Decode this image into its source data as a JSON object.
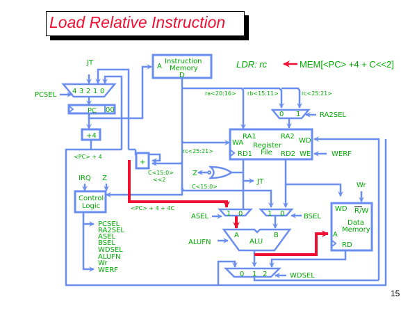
{
  "title": "Load Relative Instruction",
  "equation": {
    "lhs": "LDR:  rc",
    "rhs": "MEM[<PC> +4 + C<<2]"
  },
  "page_number": "15",
  "colors": {
    "wire": "#6a8ef0",
    "label": "#00aa00",
    "highlight": "#ee1133"
  },
  "pc_mux": {
    "inputs": [
      "4",
      "3",
      "2",
      "1",
      "0"
    ],
    "select": "PCSEL",
    "top_input": "JT"
  },
  "pc": {
    "label": "PC",
    "suffix": "00"
  },
  "plus4": "+4",
  "pc_plus4": "<PC> + 4",
  "instruction_memory": {
    "line1": "Instruction",
    "line2": "Memory",
    "addr": "A",
    "data": "D"
  },
  "fields": {
    "ra": "ra<20:16>",
    "rb": "rb<15:11>",
    "rc": "rc<25:21>",
    "rc2": "rc<25:21>",
    "c": "C<15:0>",
    "c2": "C<15:0>",
    "shift": "<<2"
  },
  "ra2_mux": {
    "in0": "0",
    "in1": "1",
    "select": "RA2SEL"
  },
  "register_file": {
    "title1": "Register",
    "title2": "File",
    "ra1": "RA1",
    "ra2": "RA2",
    "wa": "WA",
    "wd": "WD",
    "rd1": "RD1",
    "rd2": "RD2",
    "we": "WE",
    "we_signal": "WERF"
  },
  "adder": "+",
  "z_out": "Z",
  "jt_out": "JT",
  "control": {
    "line1": "Control",
    "line2": "Logic",
    "irq": "IRQ",
    "z": "Z",
    "signals": [
      "PCSEL",
      "RA2SEL",
      "ASEL",
      "BSEL",
      "WDSEL",
      "ALUFN",
      "Wr",
      "WERF"
    ]
  },
  "branch_label": "<PC> + 4 + 4C",
  "asel_mux": {
    "in1": "1",
    "in0": "0",
    "select": "ASEL"
  },
  "bsel_mux": {
    "in1": "1",
    "in0": "0",
    "select": "BSEL"
  },
  "alu": {
    "label": "ALU",
    "a": "A",
    "b": "B",
    "fn": "ALUFN"
  },
  "data_memory": {
    "line1": "Data",
    "line2": "Memory",
    "wd": "WD",
    "rw": "R/W",
    "a": "A",
    "rd": "RD",
    "wr": "Wr"
  },
  "wdsel_mux": {
    "inputs": [
      "0",
      "1",
      "2"
    ],
    "select": "WDSEL"
  }
}
